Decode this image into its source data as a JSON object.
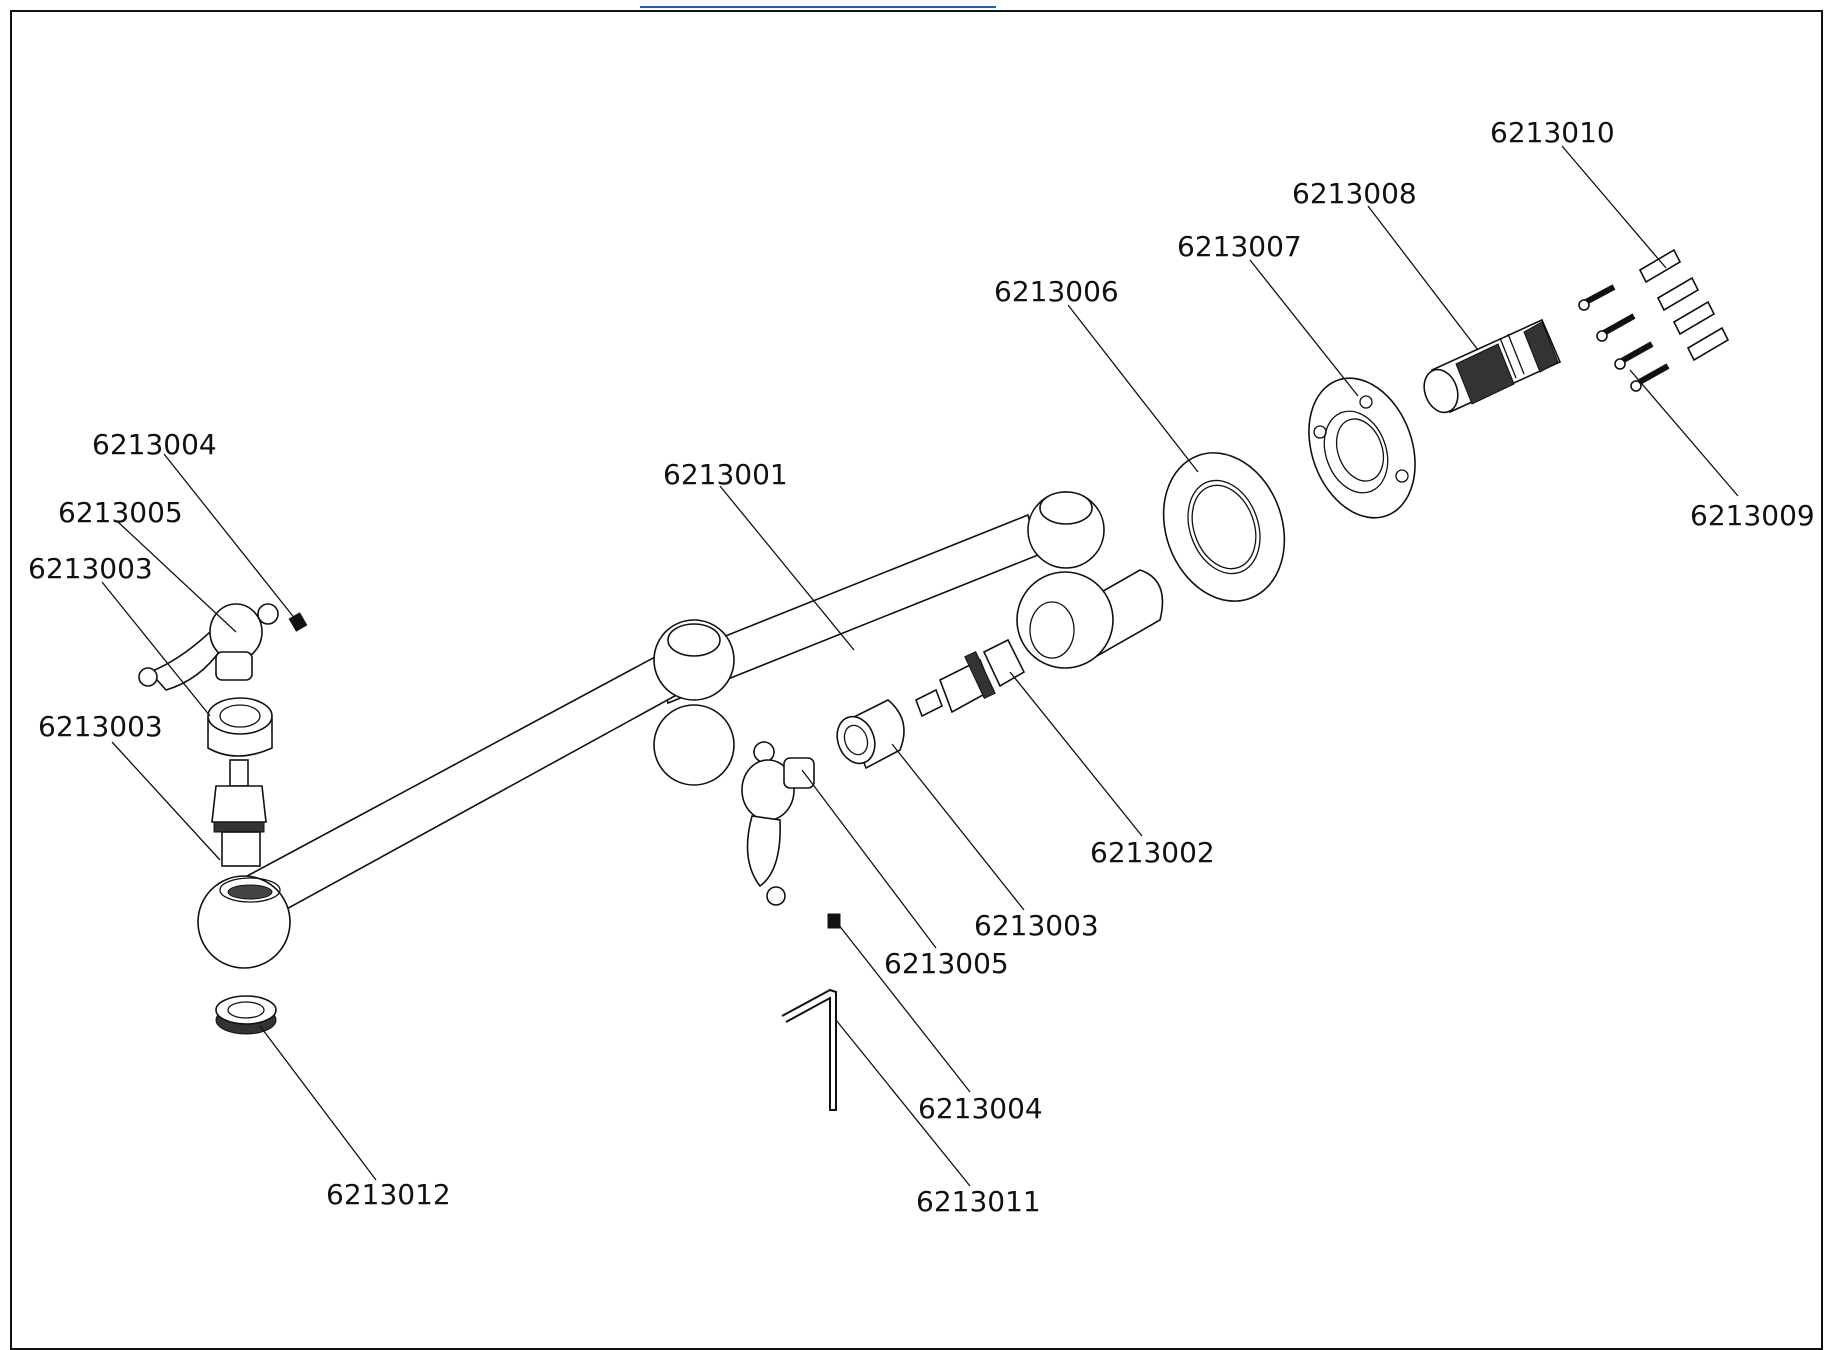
{
  "diagram": {
    "callouts": [
      {
        "id": "c10",
        "text": "6213010"
      },
      {
        "id": "c08",
        "text": "6213008"
      },
      {
        "id": "c07",
        "text": "6213007"
      },
      {
        "id": "c06",
        "text": "6213006"
      },
      {
        "id": "c09",
        "text": "6213009"
      },
      {
        "id": "c04a",
        "text": "6213004"
      },
      {
        "id": "c05a",
        "text": "6213005"
      },
      {
        "id": "c03a",
        "text": "6213003"
      },
      {
        "id": "c03b",
        "text": "6213003"
      },
      {
        "id": "c01",
        "text": "6213001"
      },
      {
        "id": "c02",
        "text": "6213002"
      },
      {
        "id": "c03c",
        "text": "6213003"
      },
      {
        "id": "c05b",
        "text": "6213005"
      },
      {
        "id": "c04b",
        "text": "6213004"
      },
      {
        "id": "c12",
        "text": "6213012"
      },
      {
        "id": "c11",
        "text": "6213011"
      }
    ]
  },
  "colors": {
    "line": "#111111",
    "link": "#1a5bd6",
    "background": "#ffffff"
  }
}
